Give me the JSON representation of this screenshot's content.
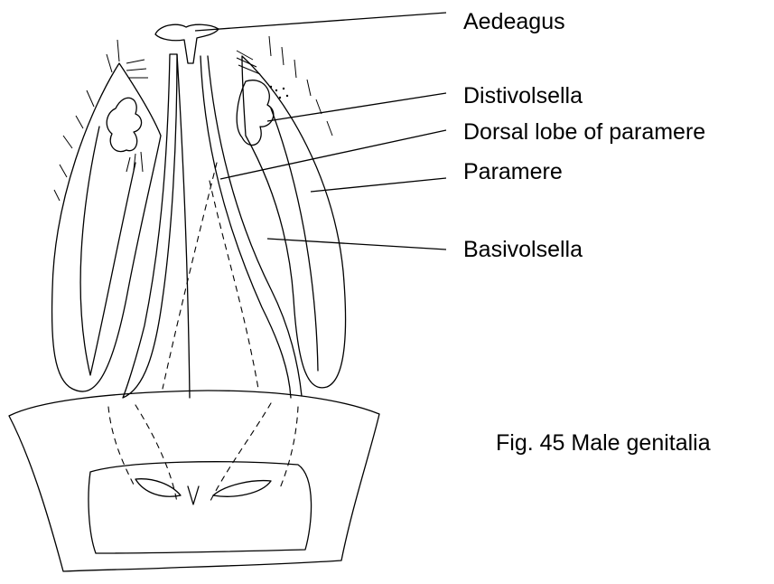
{
  "figure": {
    "labels": {
      "aedeagus": "Aedeagus",
      "distivolsella": "Distivolsella",
      "dorsal_lobe": "Dorsal lobe of paramere",
      "paramere": "Paramere",
      "basivolsella": "Basivolsella"
    },
    "caption": "Fig. 45 Male genitalia"
  }
}
